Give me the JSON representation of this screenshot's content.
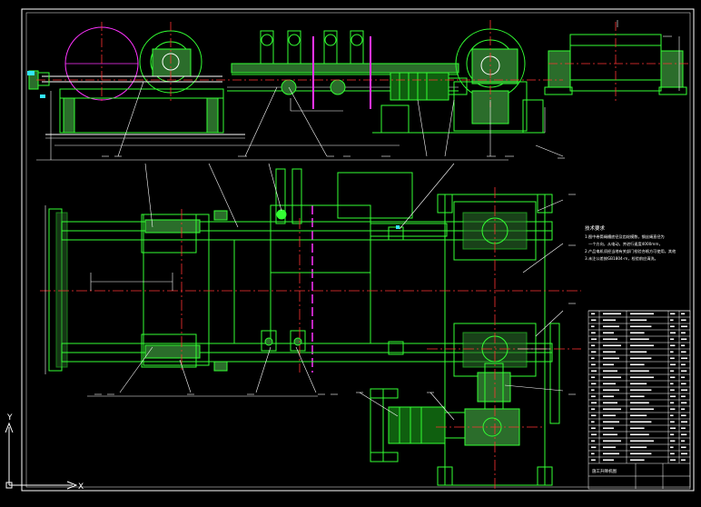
{
  "drawing": {
    "colors": {
      "background": "#000000",
      "outline": "#33ff33",
      "centerline": "#ff3333",
      "dimension": "#ffffff",
      "part_fill": "#2b6d2b",
      "magenta": "#ff33ff",
      "motor_fill": "#0f5f0f",
      "cyan": "#33e6ff"
    },
    "notes": {
      "heading": "技术要求",
      "lines": [
        "1.图中卷筒绳槽底径及齿轮模数，钢丝绳直径为",
        "一个方向，从电动，并进行速度4000mm，",
        "2.产品电机须经当地有关部门检验合格方可使用。其他",
        "3.未注公差按GB1804-m，检验前应清洗。"
      ]
    },
    "title_block": {
      "title": "施工升降机图"
    },
    "ucs": {
      "x_label": "X",
      "y_label": "Y"
    },
    "icons": {
      "ucs": "ucs-axis-icon"
    }
  }
}
